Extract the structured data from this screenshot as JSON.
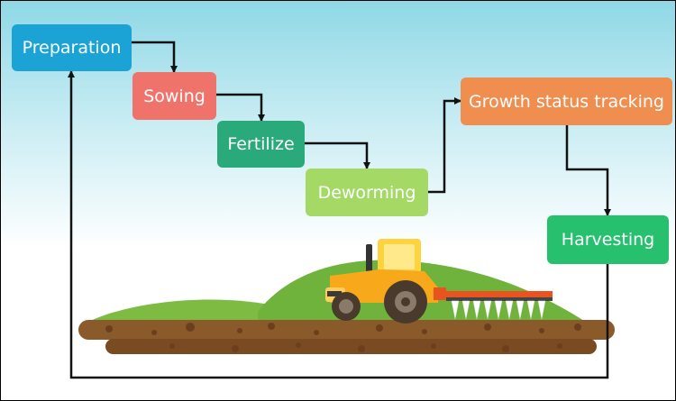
{
  "steps": [
    {
      "label": "Preparation",
      "color": "#1ba3d6"
    },
    {
      "label": "Sowing",
      "color": "#f0736b"
    },
    {
      "label": "Fertilize",
      "color": "#2aa97b"
    },
    {
      "label": "Deworming",
      "color": "#a4d965"
    },
    {
      "label": "Growth status tracking",
      "color": "#ef8e4f"
    },
    {
      "label": "Harvesting",
      "color": "#27c06f"
    }
  ],
  "colors": {
    "arrow": "#111111",
    "hill": "#7dbb42",
    "soil": "#8b5a2b",
    "tractor_body": "#f7a81b",
    "tractor_cab": "#ffd23f",
    "wheel": "#4a3a2e",
    "plough": "#e8531f"
  },
  "icons": [
    "tractor-icon"
  ]
}
